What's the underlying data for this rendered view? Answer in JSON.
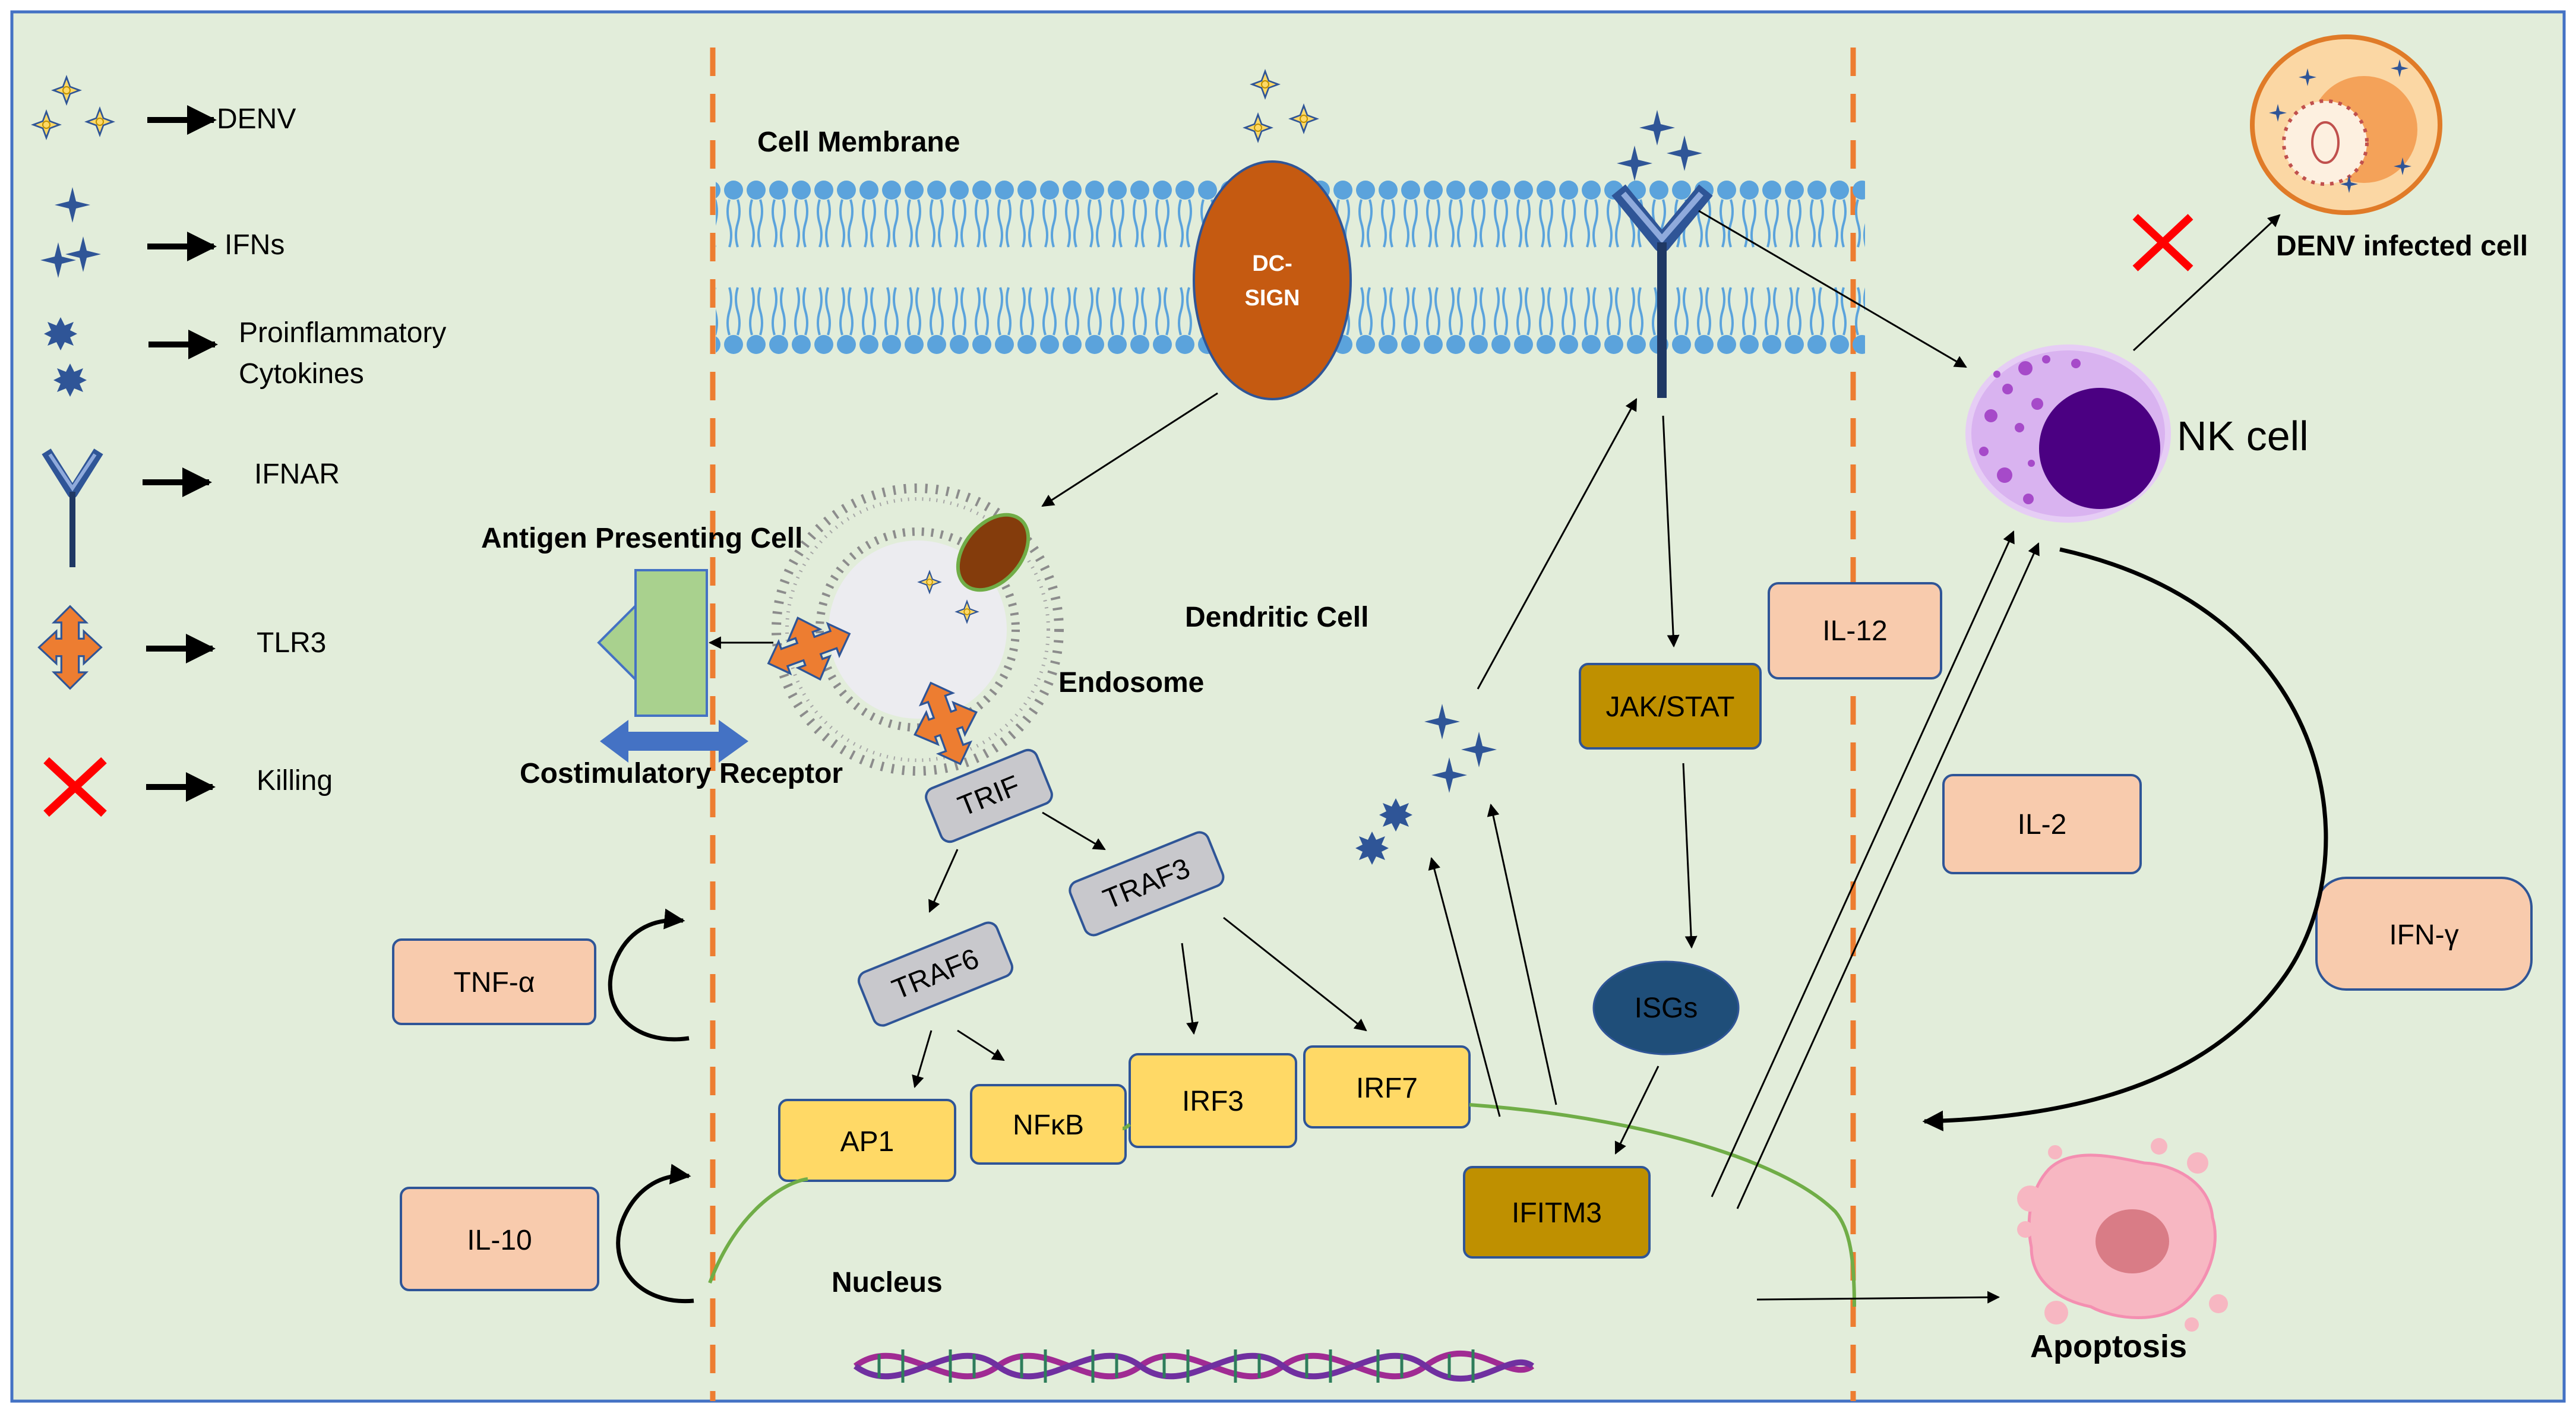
{
  "legend": {
    "denv": "DENV",
    "ifns": "IFNs",
    "proinflammatory_line1": "Proinflammatory",
    "proinflammatory_line2": "Cytokines",
    "ifnar": "IFNAR",
    "tlr3": "TLR3",
    "killing": "Killing"
  },
  "labels": {
    "cell_membrane": "Cell Membrane",
    "dc_sign_line1": "DC-",
    "dc_sign_line2": "SIGN",
    "antigen_presenting_cell": "Antigen Presenting Cell",
    "costimulatory_receptor": "Costimulatory Receptor",
    "endosome": "Endosome",
    "dendritic_cell": "Dendritic Cell",
    "nucleus": "Nucleus",
    "nk_cell": "NK cell",
    "denv_infected_cell": "DENV infected cell",
    "apoptosis": "Apoptosis"
  },
  "nodes": {
    "trif": "TRIF",
    "traf3": "TRAF3",
    "traf6": "TRAF6",
    "ap1": "AP1",
    "nfkb": "NFκB",
    "irf3": "IRF3",
    "irf7": "IRF7",
    "jak_stat": "JAK/STAT",
    "isgs": "ISGs",
    "ifitm3": "IFITM3",
    "il12": "IL-12",
    "il2": "IL-2",
    "ifn_gamma": "IFN-γ",
    "tnf_alpha": "TNF-α",
    "il10": "IL-10"
  },
  "colors": {
    "background": "#e2edda",
    "border": "#4472c4",
    "divider": "#ed7d31",
    "membrane": "#5ba3dc",
    "dc_sign": "#c55a11",
    "tlr3": "#ed7d31",
    "grey_node": "#c8c8cc",
    "yellow_node": "#ffd966",
    "gold_node": "#bf9000",
    "isgs": "#1f4e79",
    "salmon_box": "#f8cbad",
    "killing_x": "#ff0000",
    "nk_cell": "#d9b3f0",
    "nk_nucleus": "#4b0082",
    "apc_box": "#a9d18e",
    "costim_arrow": "#4472c4",
    "nucleus_line": "#70ad47"
  }
}
